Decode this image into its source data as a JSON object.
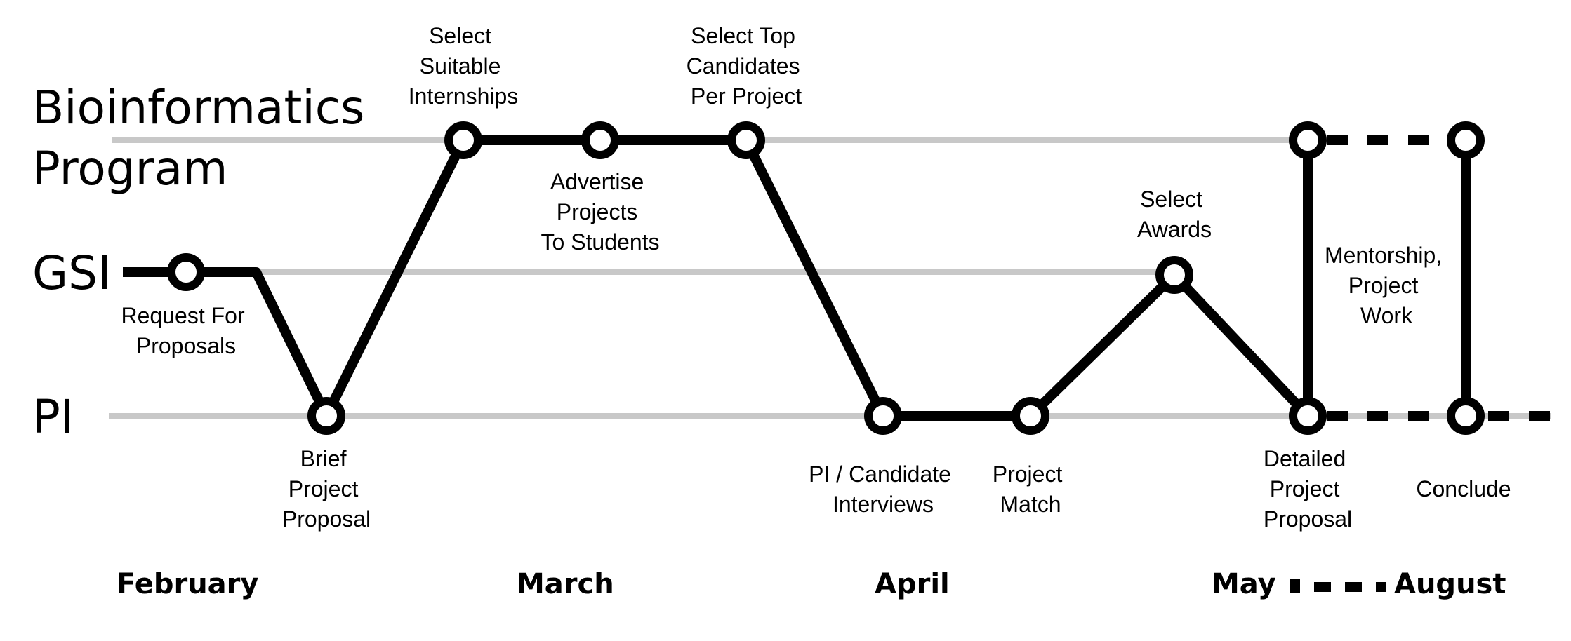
{
  "lanes": {
    "bioinformatics_line1": "Bioinformatics",
    "bioinformatics_line2": "Program",
    "gsi": "GSI",
    "pi": "PI"
  },
  "steps": {
    "request_for_proposals": [
      "Request For",
      "Proposals"
    ],
    "brief_project_proposal": [
      "Brief",
      "Project",
      "Proposal"
    ],
    "select_suitable_internships": [
      "Select",
      "Suitable",
      "Internships"
    ],
    "advertise_projects": [
      "Advertise",
      "Projects",
      "To Students"
    ],
    "select_top_candidates": [
      "Select Top",
      "Candidates",
      "Per Project"
    ],
    "pi_candidate_interviews": [
      "PI / Candidate",
      "Interviews"
    ],
    "project_match": [
      "Project",
      "Match"
    ],
    "select_awards": [
      "Select",
      "Awards"
    ],
    "detailed_project_proposal": [
      "Detailed",
      "Project",
      "Proposal"
    ],
    "mentorship_project_work": [
      "Mentorship,",
      "Project",
      "Work"
    ],
    "conclude": [
      "Conclude"
    ]
  },
  "months": {
    "february": "February",
    "march": "March",
    "april": "April",
    "may": "May",
    "august": "August"
  },
  "colors": {
    "lane_line": "#c8c8c8",
    "path": "#000000",
    "node_fill": "#ffffff"
  }
}
